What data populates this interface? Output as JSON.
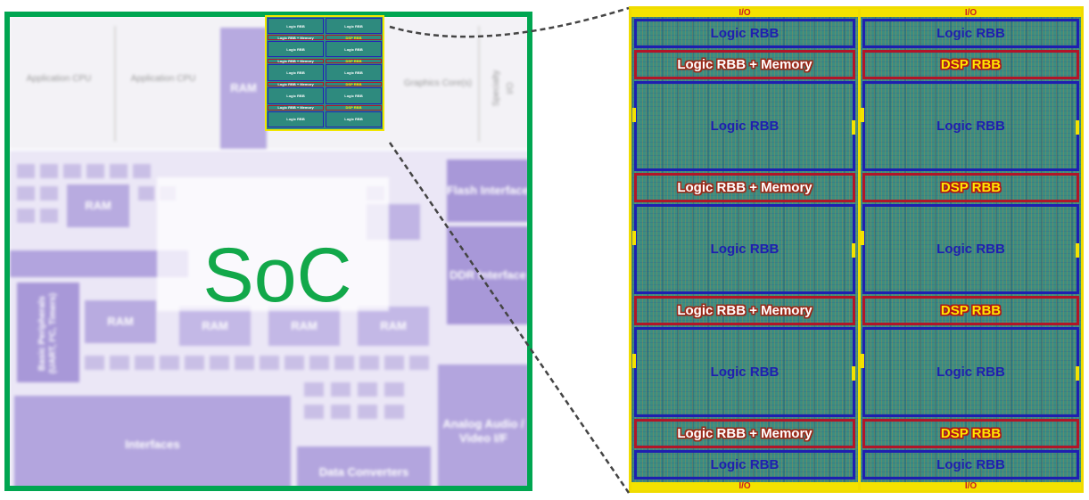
{
  "soc": {
    "label": "SoC",
    "ghost_blocks": {
      "app_cpu_1": "Application CPU",
      "app_cpu_2": "Application CPU",
      "ram_top": "RAM",
      "graphics": "Graphics Core(s)",
      "specialty": "Specialty I/O",
      "ram_mid": "RAM",
      "flash": "Flash Interface",
      "ddr": "DDR Interface",
      "basic_periph": "Basic Peripherals (UART, I²C, Timers)",
      "ram_row_1": "RAM",
      "ram_row_2": "RAM",
      "ram_row_3": "RAM",
      "ram_row_4": "RAM",
      "interfaces": "Interfaces",
      "data_conv": "Data Converters",
      "analog": "Analog Audio / Video I/F"
    }
  },
  "fabric": {
    "io_label": "I/O",
    "rows": [
      {
        "type": "logic",
        "left": "Logic RBB",
        "right": "Logic RBB"
      },
      {
        "type": "mixed",
        "left": "Logic RBB + Memory",
        "right": "DSP RBB"
      },
      {
        "type": "logic",
        "left": "Logic RBB",
        "right": "Logic RBB"
      },
      {
        "type": "mixed",
        "left": "Logic RBB + Memory",
        "right": "DSP RBB"
      },
      {
        "type": "logic",
        "left": "Logic RBB",
        "right": "Logic RBB"
      },
      {
        "type": "mixed",
        "left": "Logic RBB + Memory",
        "right": "DSP RBB"
      },
      {
        "type": "logic",
        "left": "Logic RBB",
        "right": "Logic RBB"
      },
      {
        "type": "mixed",
        "left": "Logic RBB + Memory",
        "right": "DSP RBB"
      },
      {
        "type": "logic",
        "left": "Logic RBB",
        "right": "Logic RBB"
      }
    ]
  },
  "colors": {
    "soc_border": "#00a651",
    "soc_label": "#12a84a",
    "fabric_bg": "#3c8d81",
    "logic_border": "#1f1fb0",
    "memory_border": "#b21528",
    "dsp_text": "#ffe600",
    "io_bar": "#f4e200"
  }
}
